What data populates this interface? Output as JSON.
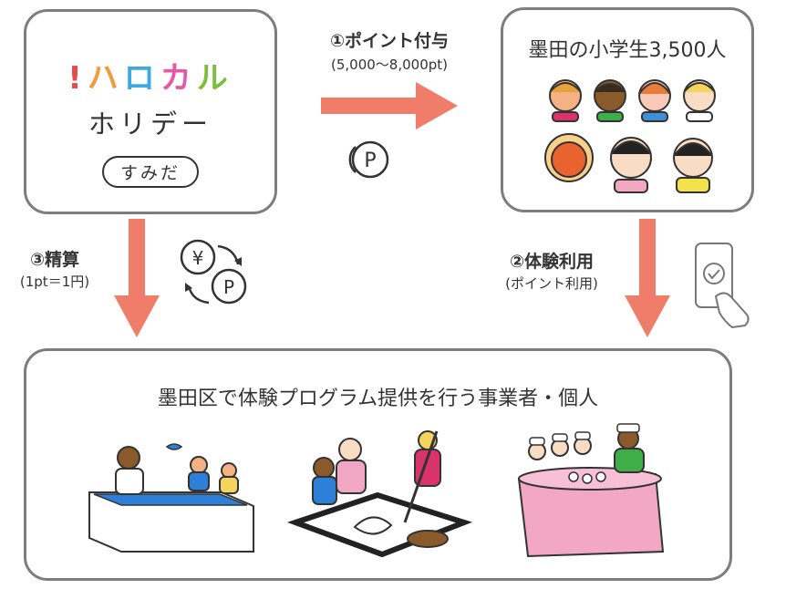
{
  "logo": {
    "line1_chars": [
      "!",
      "ハ",
      "ロ",
      "カ",
      "ル"
    ],
    "line1_colors": [
      "#e94b4b",
      "#f29b3a",
      "#3ea9dd",
      "#e65aa3",
      "#7cbf3f"
    ],
    "line2": "ホリデー",
    "line3": "すみだ"
  },
  "students": {
    "title": "墨田の小学生3,500人"
  },
  "business": {
    "title": "墨田区で体験プログラム提供を行う事業者・個人"
  },
  "flows": {
    "step1": {
      "label": "①ポイント付与",
      "sub": "(5,000〜8,000pt)"
    },
    "step2": {
      "label": "②体験利用",
      "sub": "(ポイント利用)"
    },
    "step3": {
      "label": "③精算",
      "sub": "(1pt＝1円)"
    }
  },
  "icons": {
    "point_symbol": "P",
    "yen_symbol": "¥",
    "point_icon": "point-coin-icon",
    "exchange_icon": "yen-point-exchange-icon",
    "phone_icon": "smartphone-tap-icon"
  },
  "colors": {
    "arrow": "#f07c6a",
    "border": "#7d7d7d",
    "text": "#333333"
  }
}
